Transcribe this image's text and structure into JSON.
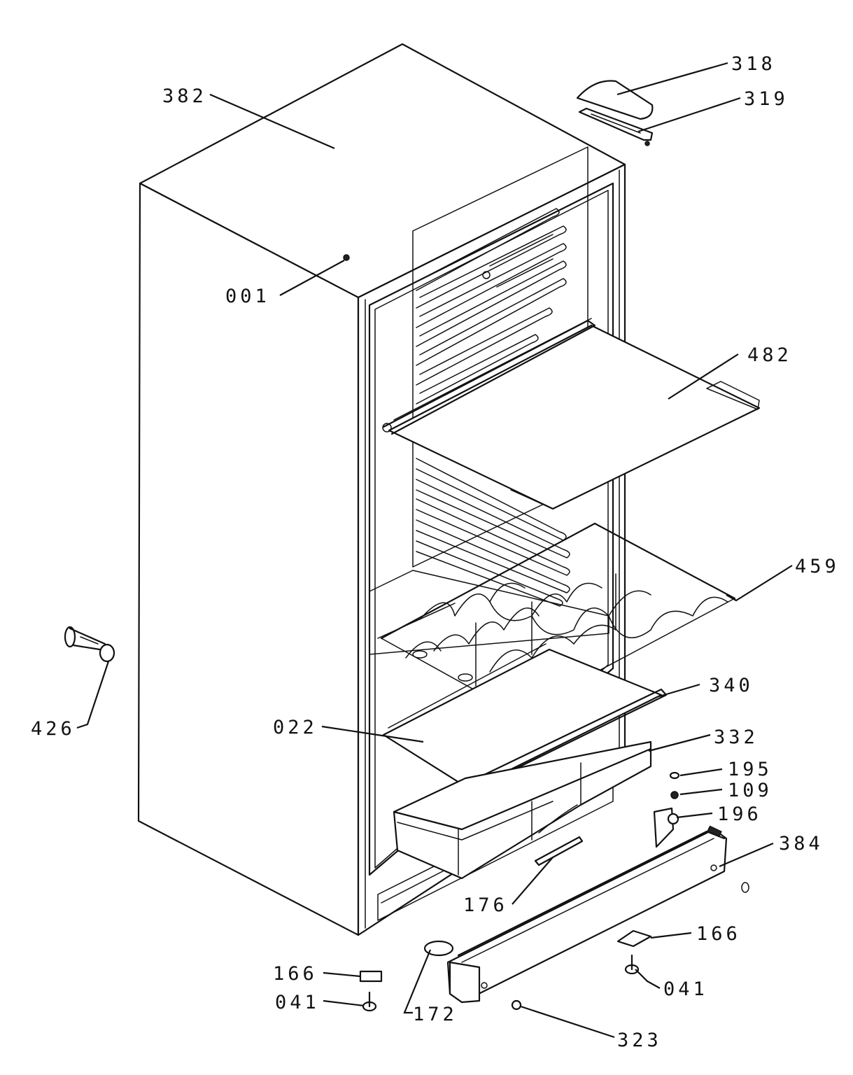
{
  "callouts": [
    {
      "id": "c382",
      "text": "382"
    },
    {
      "id": "c318",
      "text": "318"
    },
    {
      "id": "c319",
      "text": "319"
    },
    {
      "id": "c001",
      "text": "001"
    },
    {
      "id": "c482",
      "text": "482"
    },
    {
      "id": "c459",
      "text": "459"
    },
    {
      "id": "c426",
      "text": "426"
    },
    {
      "id": "c340",
      "text": "340"
    },
    {
      "id": "c022",
      "text": "022"
    },
    {
      "id": "c332",
      "text": "332"
    },
    {
      "id": "c195",
      "text": "195"
    },
    {
      "id": "c109",
      "text": "109"
    },
    {
      "id": "c196",
      "text": "196"
    },
    {
      "id": "c384",
      "text": "384"
    },
    {
      "id": "c176",
      "text": "176"
    },
    {
      "id": "c166a",
      "text": "166"
    },
    {
      "id": "c166b",
      "text": "166"
    },
    {
      "id": "c041a",
      "text": "041"
    },
    {
      "id": "c041b",
      "text": "041"
    },
    {
      "id": "c172",
      "text": "172"
    },
    {
      "id": "c323",
      "text": "323"
    }
  ]
}
